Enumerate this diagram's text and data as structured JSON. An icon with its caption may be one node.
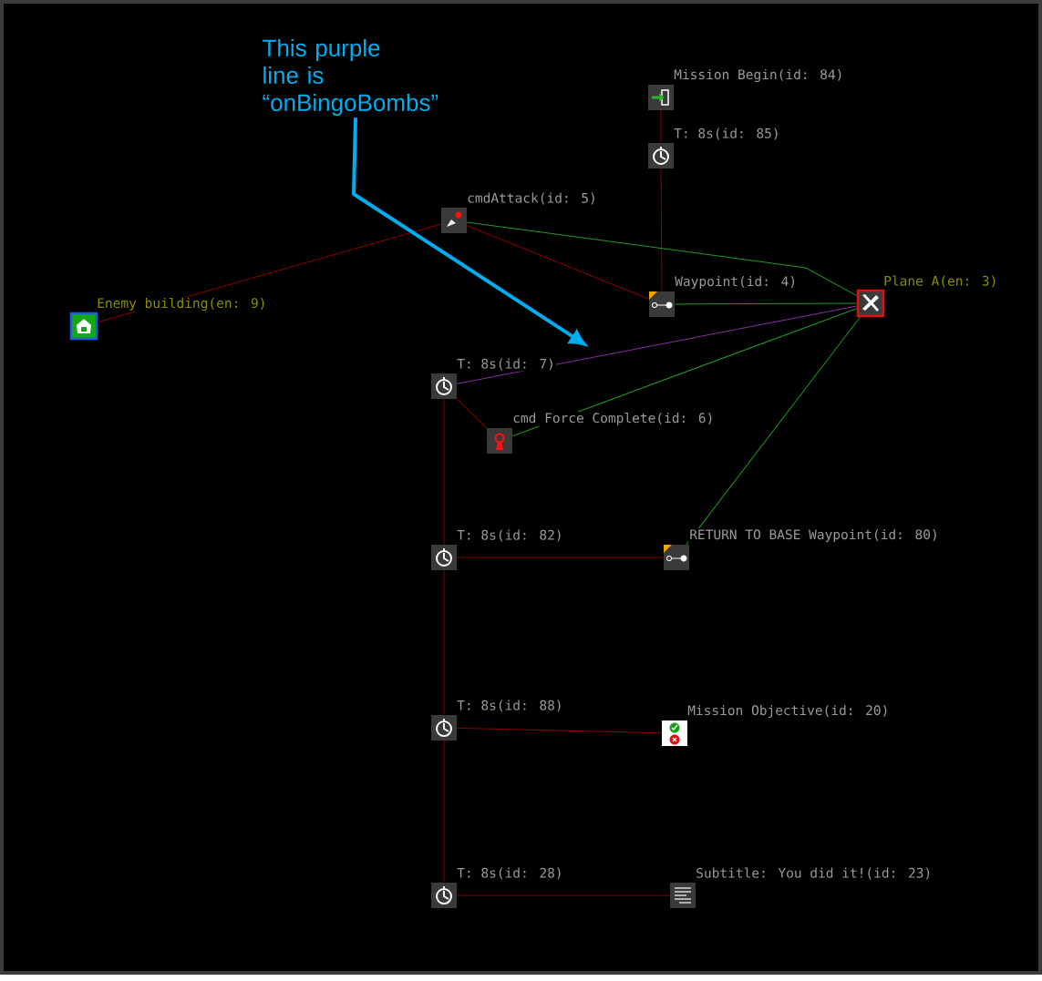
{
  "diagram": {
    "nodes": [
      {
        "text": [
          "Mission Begin(id: 84)"
        ]
      },
      {
        "text": [
          "T: 8s(id: 85)"
        ]
      },
      {
        "text": [
          "cmdAttack(id: 5)"
        ]
      },
      {
        "text": [
          "Enemy building(en: 9)"
        ]
      },
      {
        "text": [
          "Waypoint(id: 4)"
        ]
      },
      {
        "text": [
          "Plane A(en: 3)"
        ]
      },
      {
        "text": [
          "T: 8s(id: 7)"
        ]
      },
      {
        "text": [
          "cmd Force Complete(id: 6)"
        ]
      },
      {
        "text": [
          "T: 8s(id: 82)"
        ]
      },
      {
        "text": [
          "RETURN TO BASE Waypoint(id: 80)"
        ]
      },
      {
        "text": [
          "T: 8s(id: 88)"
        ]
      },
      {
        "text": [
          "Mission Objective(id: 20)"
        ]
      },
      {
        "text": [
          "T: 8s(id: 28)"
        ]
      },
      {
        "text": [
          "Subtitle: You did it!(id: 23)"
        ]
      },
      {
        "text": [
          "This purple line is “onBingoBombs”"
        ]
      }
    ],
    "edges": [
      {
        "from": 0,
        "to": 1,
        "arrow": "none"
      },
      {
        "from": 1,
        "to": 4,
        "arrow": "none"
      },
      {
        "from": 3,
        "to": 2,
        "arrow": "none"
      },
      {
        "from": 2,
        "to": 4,
        "arrow": "none"
      },
      {
        "from": 2,
        "to": 5,
        "arrow": "none",
        "color": "#1f9a1f"
      },
      {
        "from": 4,
        "to": 5,
        "arrow": "none",
        "color": "#1f9a1f"
      },
      {
        "from": 6,
        "to": 5,
        "arrow": "none",
        "color": "#8a2aa8"
      },
      {
        "from": 7,
        "to": 5,
        "arrow": "none",
        "color": "#1f9a1f"
      },
      {
        "from": 9,
        "to": 5,
        "arrow": "none",
        "color": "#1f9a1f"
      },
      {
        "from": 6,
        "to": 7,
        "arrow": "none"
      },
      {
        "from": 6,
        "to": 8,
        "arrow": "none"
      },
      {
        "from": 8,
        "to": 9,
        "arrow": "none"
      },
      {
        "from": 8,
        "to": 10,
        "arrow": "none"
      },
      {
        "from": 10,
        "to": 11,
        "arrow": "none"
      },
      {
        "from": 10,
        "to": 12,
        "arrow": "none"
      },
      {
        "from": 12,
        "to": 13,
        "arrow": "none"
      },
      {
        "from": 14,
        "to": null,
        "arrow": "to",
        "style": "thick",
        "color": "#00aeef"
      }
    ]
  }
}
